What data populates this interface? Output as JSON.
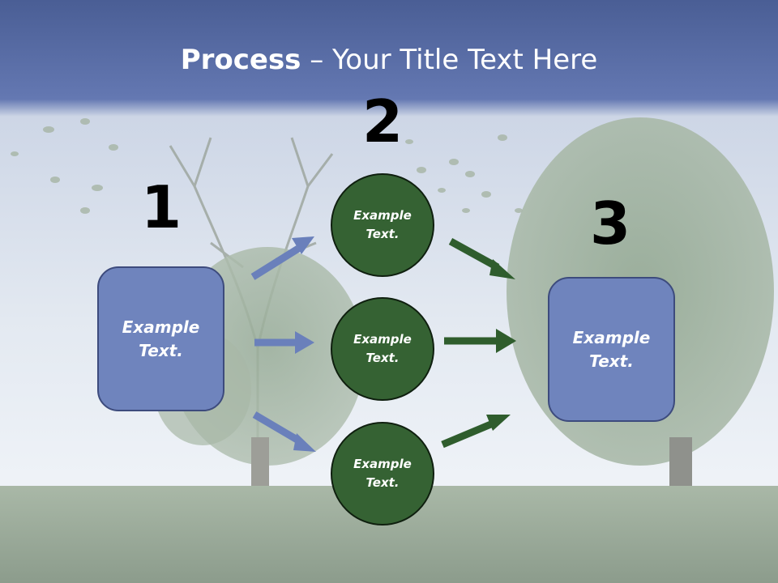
{
  "slide": {
    "title_bold": "Process",
    "title_rest": " – Your Title Text Here",
    "step_numbers": [
      "1",
      "2",
      "3"
    ],
    "box_left": "Example\nText.",
    "box_right": "Example\nText.",
    "circles": [
      "Example\nText.",
      "Example\nText.",
      "Example\nText."
    ]
  },
  "colors": {
    "box_fill": "#6f84bd",
    "circle_fill": "#356233",
    "left_arrows": "#6a80bb",
    "right_arrows": "#2f5d2d",
    "header_band": "#4a5f96"
  }
}
